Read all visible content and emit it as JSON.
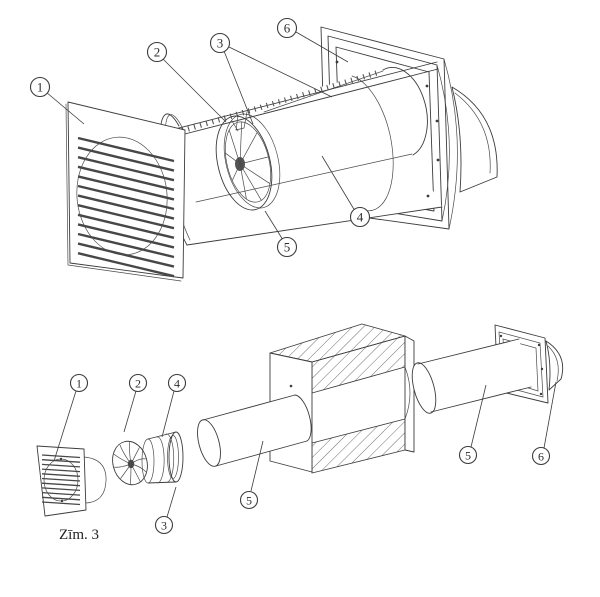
{
  "diagram": {
    "background": "#ffffff",
    "line_color": "#3c3c3c",
    "caption": "Zīm. 3",
    "top_callouts": {
      "c1": "1",
      "c2": "2",
      "c3": "3",
      "c4": "4",
      "c5": "5",
      "c6": "6"
    },
    "bottom_callouts": {
      "c1": "1",
      "c2": "2",
      "c3": "3",
      "c4": "4",
      "c5a": "5",
      "c5b": "5",
      "c6": "6"
    }
  }
}
